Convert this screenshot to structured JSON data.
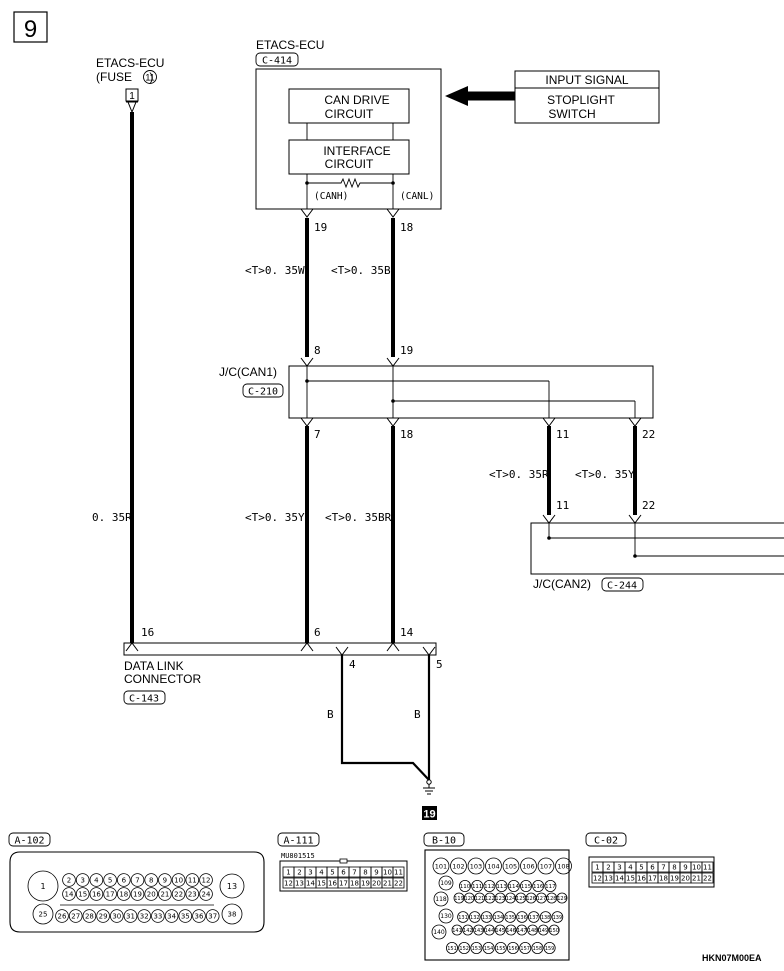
{
  "page_number": "9",
  "fuse_block": {
    "title": "ETACS-ECU",
    "fuse_label_pre": "(FUSE ",
    "fuse_number": "11",
    "fuse_label_post": " )",
    "terminal": "1"
  },
  "ecu": {
    "title": "ETACS-ECU",
    "connector": "C-414",
    "can_drive": [
      "CAN DRIVE",
      "CIRCUIT"
    ],
    "interface": [
      "INTERFACE",
      "CIRCUIT"
    ],
    "canh_label": "(CANH)",
    "canl_label": "(CANL)",
    "pin_canh": "19",
    "pin_canl": "18"
  },
  "input_signal": {
    "header": "INPUT SIGNAL",
    "lines": [
      "STOPLIGHT",
      "SWITCH"
    ]
  },
  "wires": {
    "ecu_canh": "<T>0. 35W",
    "ecu_canl": "<T>0. 35B",
    "fuse_wire": "0. 35R",
    "dlc_canh": "<T>0. 35Y",
    "dlc_canl": "<T>0. 35BR",
    "can2_h": "<T>0. 35R",
    "can2_l": "<T>0. 35Y",
    "ground_a": "B",
    "ground_b": "B"
  },
  "jc_can1": {
    "title": "J/C(CAN1)",
    "connector": "C-210",
    "pins_top": [
      "8",
      "19"
    ],
    "pins_bottom": [
      "7",
      "18",
      "11",
      "22"
    ]
  },
  "jc_can2": {
    "title": "J/C(CAN2)",
    "connector": "C-244",
    "pins": [
      "11",
      "22"
    ]
  },
  "dlc": {
    "lines": [
      "DATA LINK",
      "CONNECTOR"
    ],
    "connector": "C-143",
    "pins": [
      "16",
      "6",
      "14",
      "4",
      "5"
    ]
  },
  "ground_number": "19",
  "connectors": {
    "a102": {
      "label": "A-102",
      "big": [
        "1",
        "13",
        "25",
        "38"
      ],
      "row1": [
        "2",
        "3",
        "4",
        "5",
        "6",
        "7",
        "8",
        "9",
        "10",
        "11",
        "12"
      ],
      "row2": [
        "14",
        "15",
        "16",
        "17",
        "18",
        "19",
        "20",
        "21",
        "22",
        "23",
        "24"
      ],
      "row3": [
        "26",
        "27",
        "28",
        "29",
        "30",
        "31",
        "32",
        "33",
        "34",
        "35",
        "36",
        "37"
      ]
    },
    "a111": {
      "label": "A-111",
      "part": "MU801515",
      "row1": [
        "1",
        "2",
        "3",
        "4",
        "5",
        "6",
        "7",
        "8",
        "9",
        "10",
        "11"
      ],
      "row2": [
        "12",
        "13",
        "14",
        "15",
        "16",
        "17",
        "18",
        "19",
        "20",
        "21",
        "22"
      ]
    },
    "b10": {
      "label": "B-10",
      "row1": [
        "101",
        "102",
        "103",
        "104",
        "105",
        "106",
        "107",
        "108"
      ],
      "row2a": [
        "109"
      ],
      "row2b": [
        "110",
        "111",
        "112",
        "113",
        "114",
        "115",
        "116",
        "117"
      ],
      "row3a": [
        "118"
      ],
      "row3b": [
        "119",
        "120",
        "121",
        "122",
        "123",
        "124",
        "125",
        "126",
        "127",
        "128",
        "129"
      ],
      "row4a": [
        "130"
      ],
      "row4b": [
        "131",
        "132",
        "133",
        "134",
        "135",
        "136",
        "137",
        "138",
        "139"
      ],
      "row5a": [
        "140"
      ],
      "row5b": [
        "141",
        "142",
        "143",
        "144",
        "145",
        "146",
        "147",
        "148",
        "149",
        "150"
      ],
      "row6": [
        "151",
        "152",
        "153",
        "154",
        "155",
        "156",
        "157",
        "158",
        "159"
      ]
    },
    "c02": {
      "label": "C-02",
      "row1": [
        "1",
        "2",
        "3",
        "4",
        "5",
        "6",
        "7",
        "8",
        "9",
        "10",
        "11"
      ],
      "row2": [
        "12",
        "13",
        "14",
        "15",
        "16",
        "17",
        "18",
        "19",
        "20",
        "21",
        "22"
      ]
    }
  },
  "doc_code": "HKN07M00EA"
}
